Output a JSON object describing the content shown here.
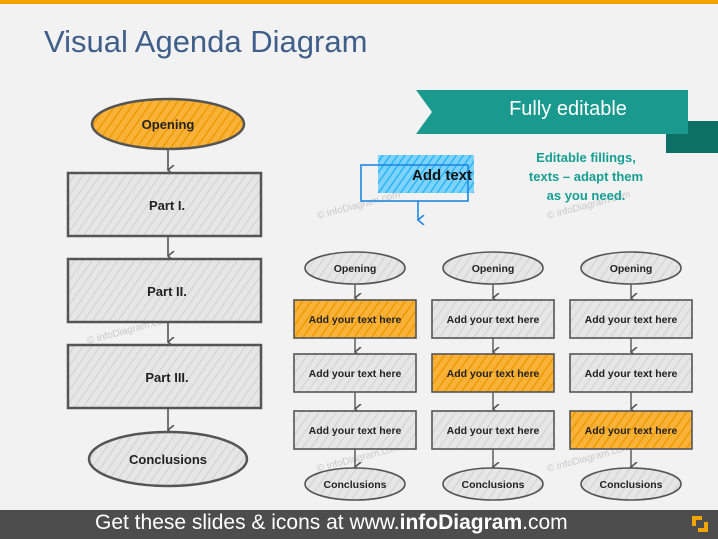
{
  "title": "Visual Agenda Diagram",
  "banner": {
    "label": "Fully editable",
    "color": "#1a9a8e"
  },
  "note": {
    "line1": "Editable fillings,",
    "line2": "texts – adapt them",
    "line3": "as you need."
  },
  "sample": {
    "label": "Add text",
    "color": "#29b6f6"
  },
  "big_flow": {
    "start": "Opening",
    "parts": [
      "Part I.",
      "Part II.",
      "Part III."
    ],
    "end": "Conclusions"
  },
  "small_flows": [
    {
      "start": "Opening",
      "steps": [
        "Add your text here",
        "Add your text here",
        "Add your text here"
      ],
      "highlight": 0,
      "end": "Conclusions"
    },
    {
      "start": "Opening",
      "steps": [
        "Add your text here",
        "Add your text here",
        "Add your text here"
      ],
      "highlight": 1,
      "end": "Conclusions"
    },
    {
      "start": "Opening",
      "steps": [
        "Add your text here",
        "Add your text here",
        "Add your text here"
      ],
      "highlight": 2,
      "end": "Conclusions"
    }
  ],
  "watermark": "© infoDiagram.com",
  "footer": {
    "prefix": "Get these slides & icons at www.",
    "brand": "infoDiagram",
    "suffix": ".com"
  },
  "colors": {
    "accent": "#f7a51c",
    "teal": "#1a9a8e",
    "title": "#3f5f8a",
    "box": "#e4e4e4",
    "stroke": "#555555"
  }
}
